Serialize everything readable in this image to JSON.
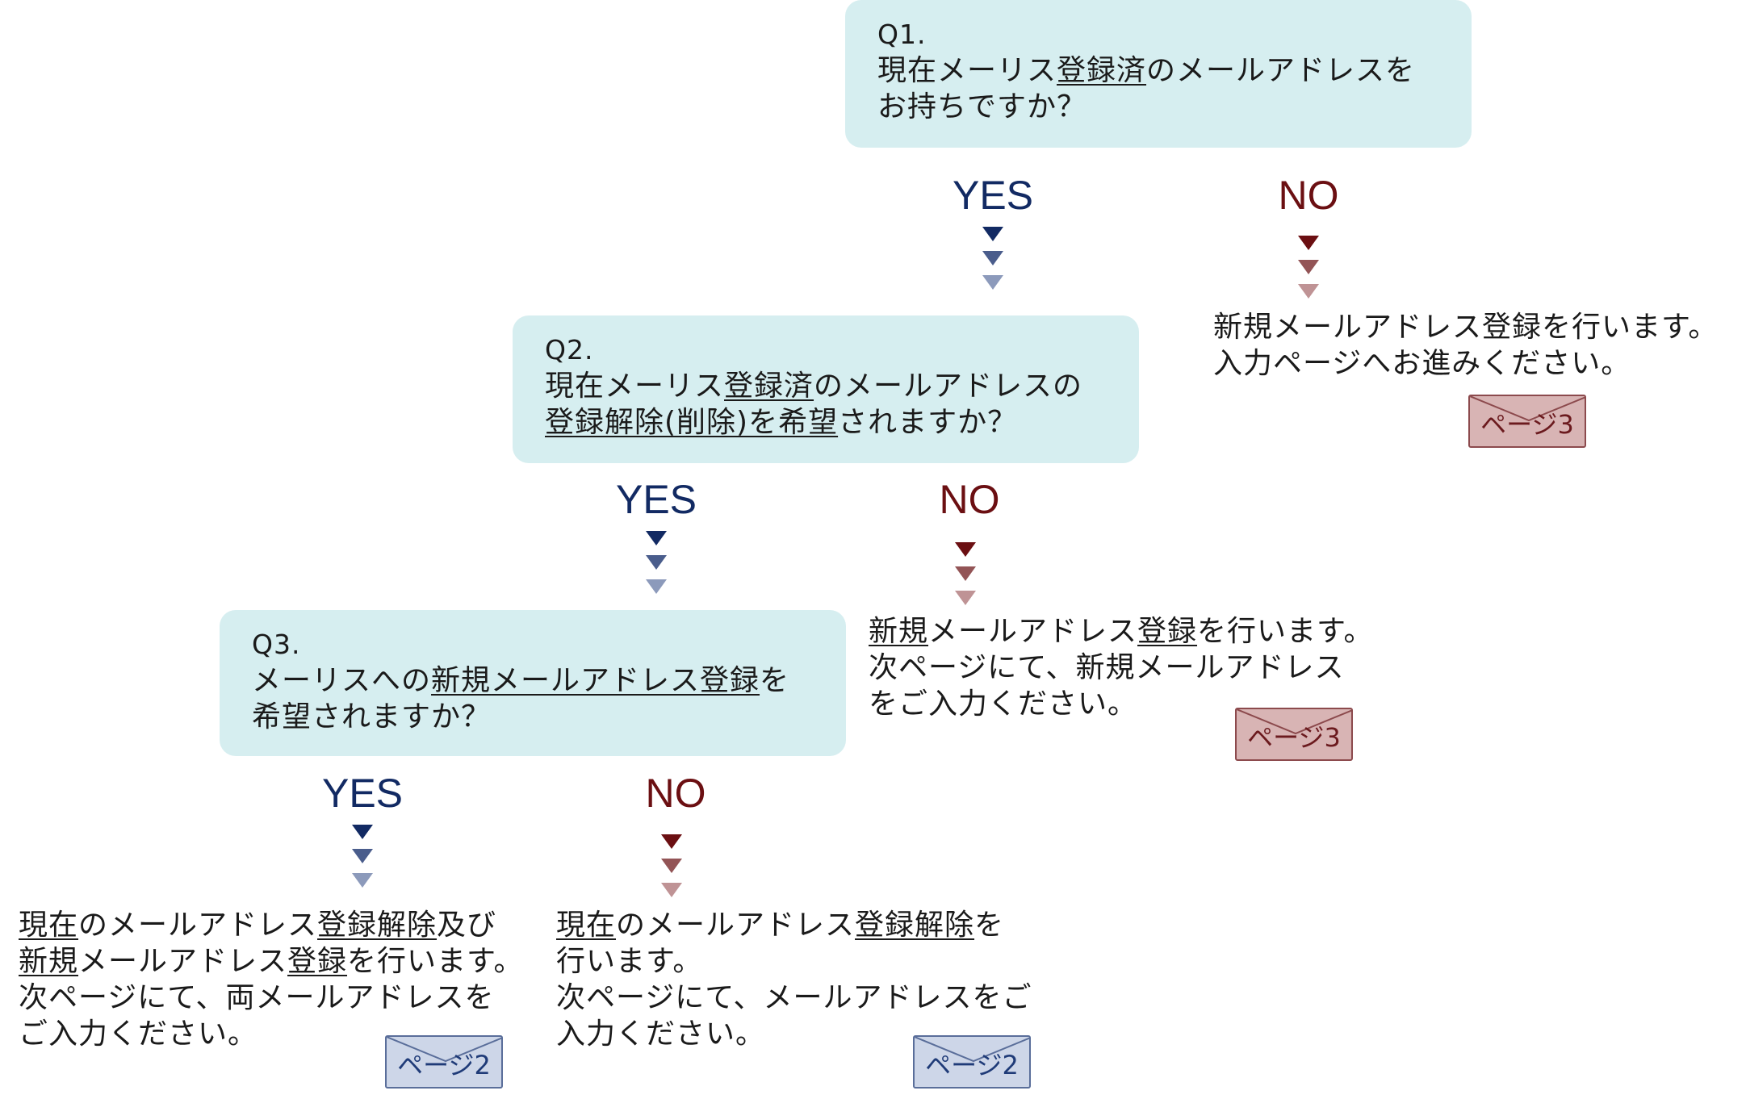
{
  "q1": {
    "label": "Q1.",
    "line1_pre": "現在メーリス",
    "line1_u": "登録済",
    "line1_post": "のメールアドレスを",
    "line2": "お持ちですか？"
  },
  "q2": {
    "label": "Q2.",
    "line1_pre": "現在メーリス",
    "line1_u": "登録済",
    "line1_post": "のメールアドレスの",
    "line2_u": "登録解除(削除)を希望",
    "line2_post": "されますか？"
  },
  "q3": {
    "label": "Q3.",
    "line1_pre": "メーリスへの",
    "line1_u1": "新規",
    "line1_u2": "メールアドレス登録",
    "line1_post": "を",
    "line2": "希望されますか？"
  },
  "answers": {
    "yes": "YES",
    "no": "NO"
  },
  "results": {
    "q1_no": {
      "line1": "新規メールアドレス登録を行います。",
      "line2": "入力ページへお進みください。",
      "page": "ページ3"
    },
    "q2_no": {
      "line1_u1": "新規",
      "line1_mid": "メールアドレス",
      "line1_u2": "登録",
      "line1_post": "を行います。",
      "line2": "次ページにて、新規メールアドレス",
      "line3": "をご入力ください。",
      "page": "ページ3"
    },
    "q3_yes": {
      "line1_u1": "現在",
      "line1_mid": "のメールアドレス",
      "line1_u2": "登録解除",
      "line1_post": "及び",
      "line2_u1": "新規",
      "line2_mid": "メールアドレス",
      "line2_u2": "登録",
      "line2_post": "を行います。",
      "line3": "次ページにて、両メールアドレスを",
      "line4": "ご入力ください。",
      "page": "ページ2"
    },
    "q3_no": {
      "line1_u1": "現在",
      "line1_mid": "のメールアドレス",
      "line1_u2": "登録解除",
      "line1_post": "を",
      "line2": "行います。",
      "line3": "次ページにて、メールアドレスをご",
      "line4": "入力ください。",
      "page": "ページ2"
    }
  },
  "colors": {
    "question_bg": "#d6eef0",
    "yes": "#122a63",
    "no": "#6b0f12",
    "page3_button": "#d8b4b4",
    "page2_button": "#cdd6e8"
  }
}
